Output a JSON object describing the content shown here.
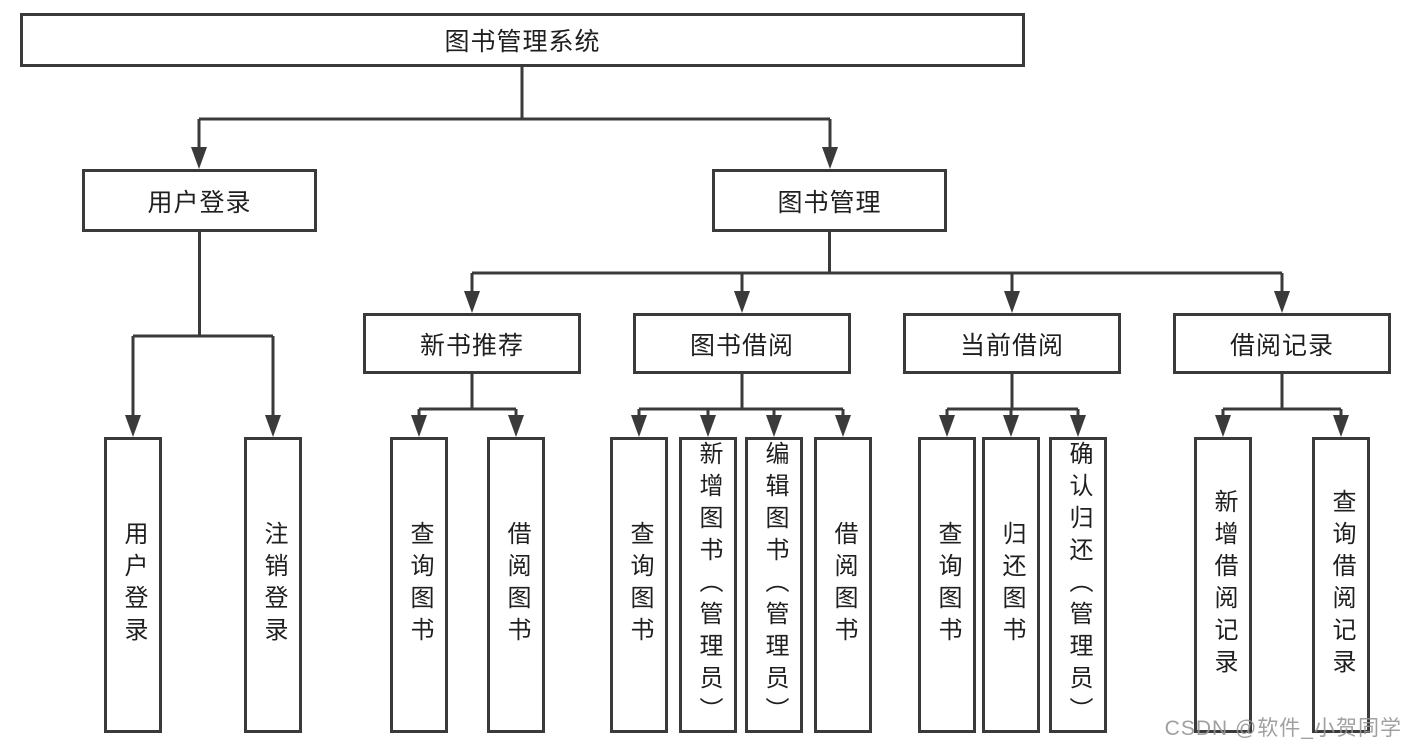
{
  "diagram": {
    "root": {
      "label": "图书管理系统"
    },
    "children": [
      {
        "label": "用户登录",
        "children": [
          {
            "label": "用户登录"
          },
          {
            "label": "注销登录"
          }
        ]
      },
      {
        "label": "图书管理",
        "children": [
          {
            "label": "新书推荐",
            "children": [
              {
                "label": "查询图书"
              },
              {
                "label": "借阅图书"
              }
            ]
          },
          {
            "label": "图书借阅",
            "children": [
              {
                "label": "查询图书"
              },
              {
                "label": "新增图书（管理员）"
              },
              {
                "label": "编辑图书（管理员）"
              },
              {
                "label": "借阅图书"
              }
            ]
          },
          {
            "label": "当前借阅",
            "children": [
              {
                "label": "查询图书"
              },
              {
                "label": "归还图书"
              },
              {
                "label": "确认归还（管理员）"
              }
            ]
          },
          {
            "label": "借阅记录",
            "children": [
              {
                "label": "新增借阅记录"
              },
              {
                "label": "查询借阅记录"
              }
            ]
          }
        ]
      }
    ]
  },
  "watermark": {
    "text": "CSDN @软件_小贺同学"
  },
  "colors": {
    "line": "#3a3a3a",
    "text": "#1f1f1f",
    "watermark": "#969696",
    "background": "#ffffff"
  }
}
